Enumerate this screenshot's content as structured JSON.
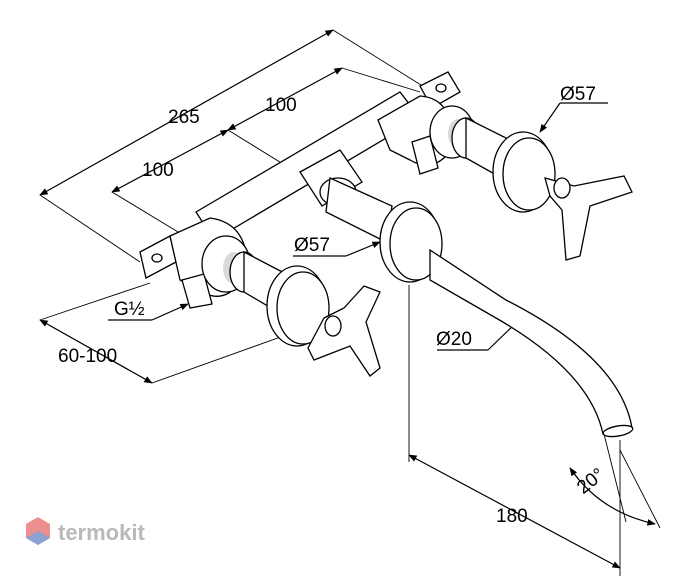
{
  "dimensions": {
    "overall_width": "265",
    "upper_spacing": "100",
    "lower_spacing": "100",
    "wall_depth": "60-100",
    "connection_thread": "G½",
    "rosette_upper": "Ø57",
    "rosette_center": "Ø57",
    "spout_diameter": "Ø20",
    "spout_projection": "180",
    "swivel_angle": "20°"
  },
  "watermark": {
    "brand": "termokit",
    "logo_color": "#e86a6a",
    "logo_color_2": "#6aa8e8"
  }
}
